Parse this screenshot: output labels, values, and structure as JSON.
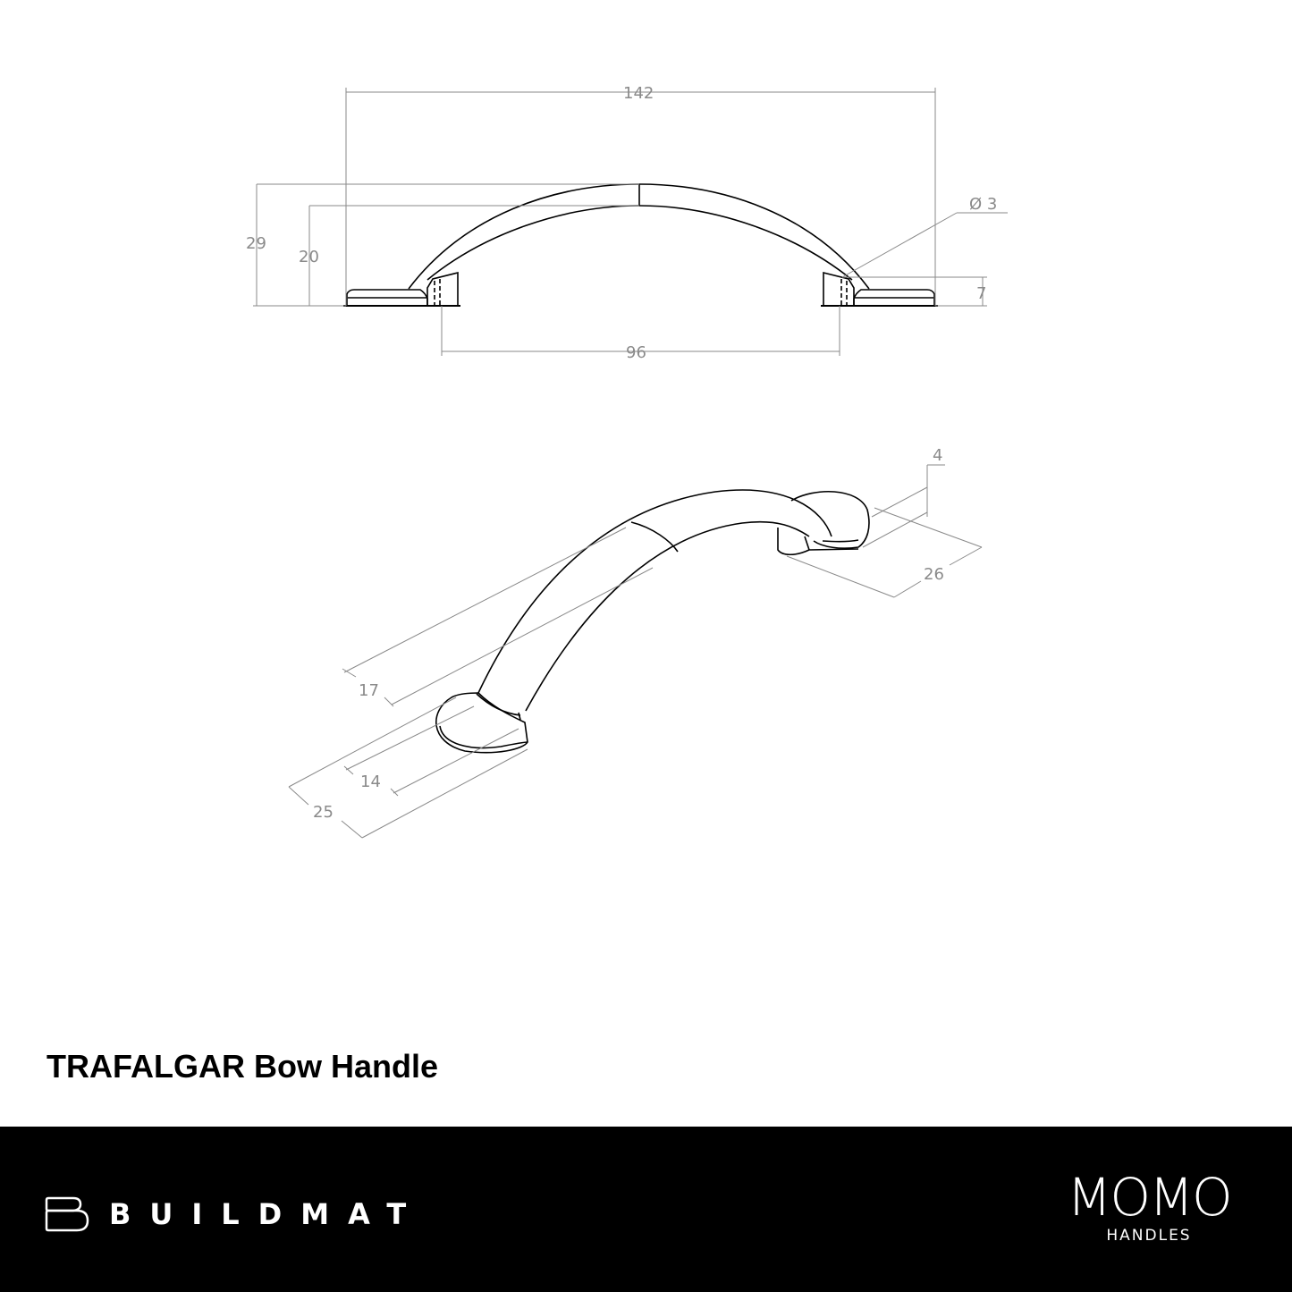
{
  "drawing": {
    "front_view": {
      "dimensions": {
        "overall_length": "142",
        "overall_height": "29",
        "inner_height": "20",
        "hole_diameter": "Ø 3",
        "base_thickness": "7",
        "hole_centres": "96"
      }
    },
    "iso_view": {
      "dimensions": {
        "foot_offset": "4",
        "foot_depth_right": "26",
        "grip_width": "17",
        "foot_inner": "14",
        "foot_depth_left": "25"
      }
    },
    "line_color": "#000000",
    "dimension_color": "#8a8a8a"
  },
  "product": {
    "title": "TRAFALGAR Bow Handle"
  },
  "footer": {
    "background": "#000000",
    "left_brand": "BUILDMAT",
    "right_brand_main": "MOMO",
    "right_brand_sub": "HANDLES"
  }
}
